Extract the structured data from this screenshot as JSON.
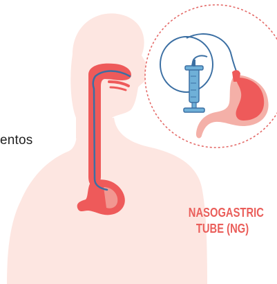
{
  "text": {
    "partial_word": "entos"
  },
  "label": {
    "line1": "NASOGASTRIC",
    "line2": "TUBE (NG)"
  },
  "colors": {
    "body_silhouette": "#fde6e1",
    "organ_red": "#ee5a5a",
    "organ_pink": "#f4b0a8",
    "tube_blue": "#3b6fa3",
    "circle_border": "#e46a68",
    "syringe_blue": "#6fb0d8",
    "label_red": "#ea5e5a"
  },
  "icons": {
    "silhouette": "human-silhouette-icon",
    "esophagus": "esophagus-icon",
    "stomach": "stomach-icon",
    "syringe": "syringe-icon"
  }
}
